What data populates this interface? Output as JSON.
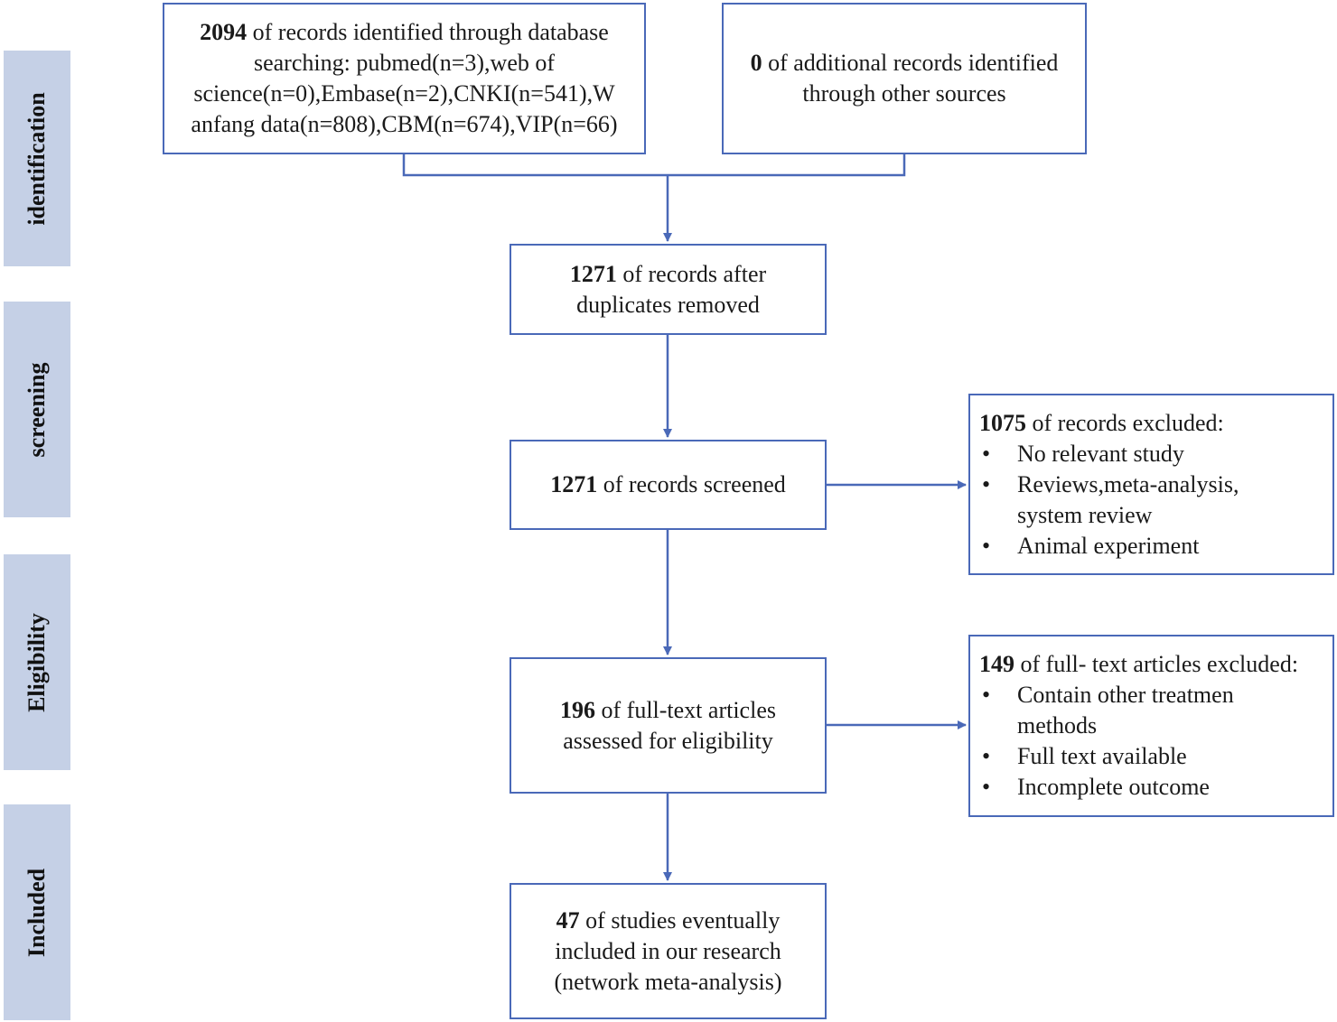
{
  "stages": [
    {
      "id": "identification",
      "label": "identification"
    },
    {
      "id": "screening",
      "label": "screening"
    },
    {
      "id": "eligibility",
      "label": "Eligibility"
    },
    {
      "id": "included",
      "label": "Included"
    }
  ],
  "boxes": {
    "database": {
      "count": "2094",
      "lines": [
        " of records identified through database",
        "searching: pubmed(n=3),web of",
        "science(n=0),Embase(n=2),CNKI(n=541),W",
        "anfang data(n=808),CBM(n=674),VIP(n=66)"
      ]
    },
    "other_sources": {
      "count": "0",
      "lines": [
        " of additional records identified",
        "through other sources"
      ]
    },
    "duplicates_removed": {
      "count": "1271",
      "lines": [
        " of records after",
        "duplicates removed"
      ]
    },
    "screened": {
      "count": "1271",
      "lines": [
        " of records screened"
      ]
    },
    "fulltext_assessed": {
      "count": "196",
      "lines": [
        " of full-text articles",
        "assessed for eligibility"
      ]
    },
    "included": {
      "count": "47",
      "lines": [
        " of studies eventually",
        "included in our research",
        "(network meta-analysis)"
      ]
    }
  },
  "exclusions": {
    "records_excluded": {
      "count": "1075",
      "heading": " of records excluded:",
      "items": [
        "No relevant study",
        "Reviews,meta-analysis, system review",
        "Animal experiment"
      ]
    },
    "fulltext_excluded": {
      "count": "149",
      "heading": " of full- text articles excluded:",
      "items": [
        "Contain other treatmen methods",
        "Full text available",
        "Incomplete outcome"
      ]
    }
  },
  "colors": {
    "stage_fill": "#c5d0e6",
    "box_border": "#4a69b8",
    "arrow": "#4a69b8"
  }
}
